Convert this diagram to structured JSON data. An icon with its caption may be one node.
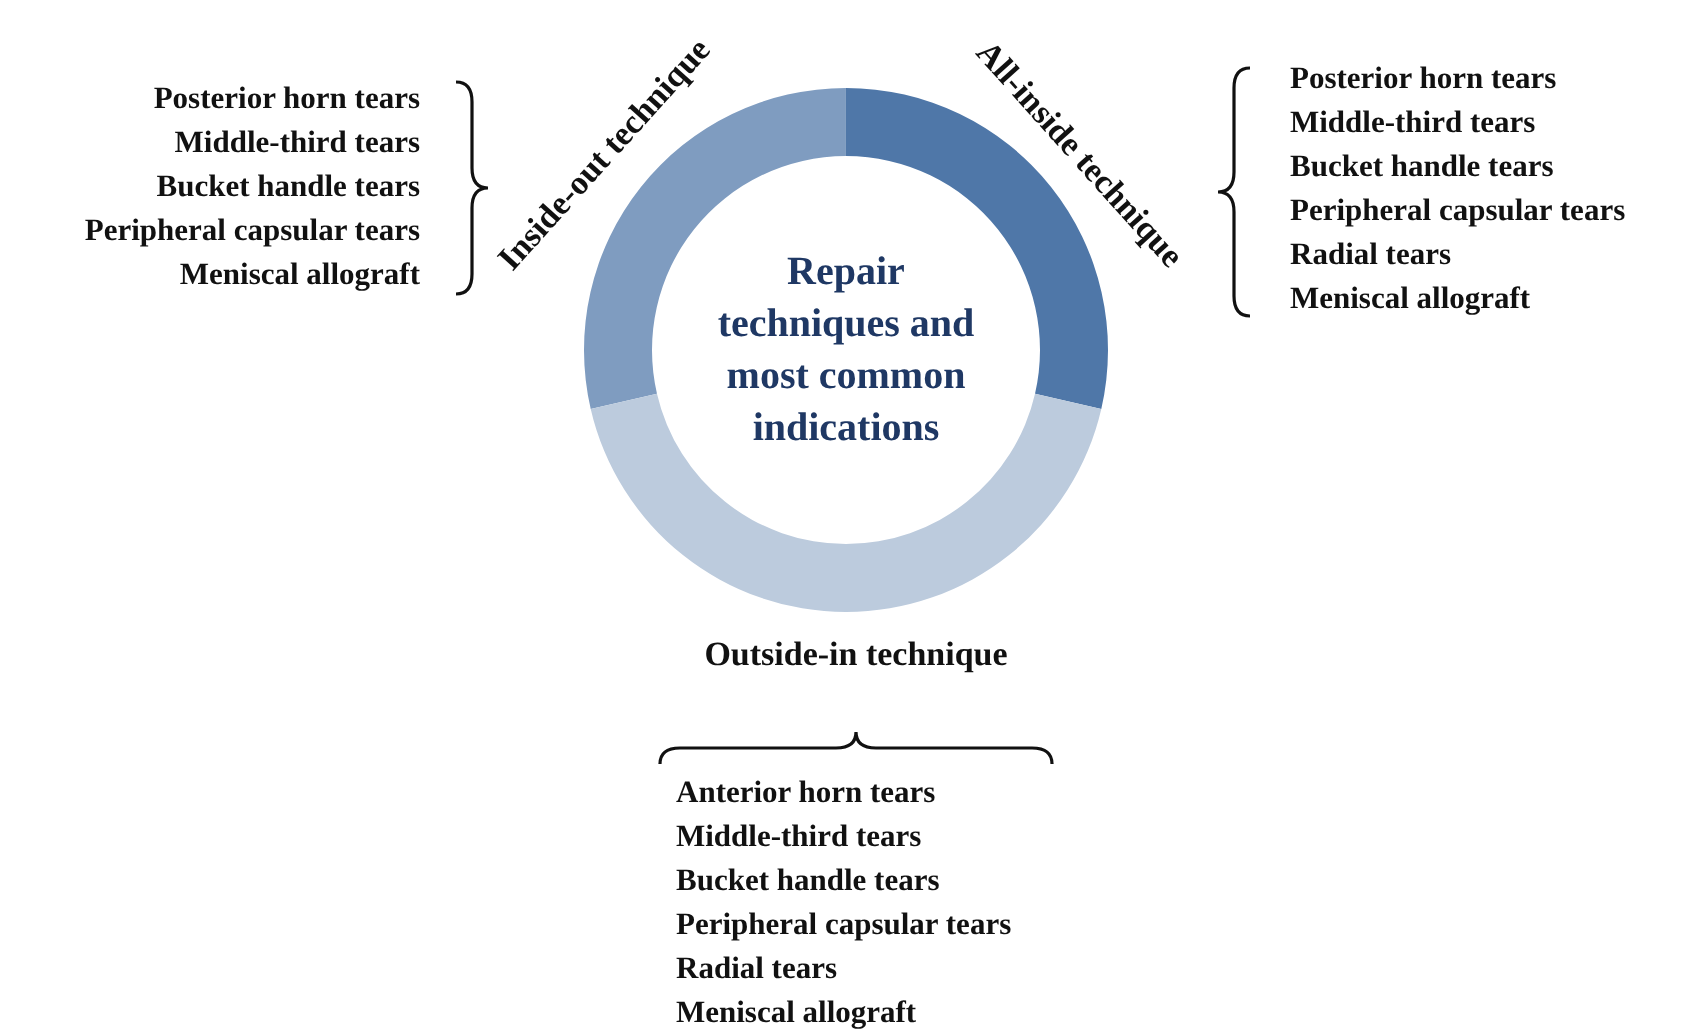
{
  "diagram": {
    "nodes": [
      {
        "text": [
          "Inside-out technique"
        ],
        "beside": [
          "Posterior horn tears",
          "Middle-third tears",
          "Bucket handle tears",
          "Peripheral capsular tears",
          "Meniscal allograft"
        ]
      },
      {
        "text": [
          "All-inside technique"
        ],
        "beside": [
          "Posterior horn tears",
          "Middle-third tears",
          "Bucket handle tears",
          "Peripheral capsular tears",
          "Radial tears",
          "Meniscal allograft"
        ]
      },
      {
        "text": [
          "Outside-in technique"
        ],
        "beside": [
          "Anterior horn tears",
          "Middle-third tears",
          "Bucket handle tears",
          "Peripheral capsular tears",
          "Radial tears",
          "Meniscal allograft"
        ]
      }
    ],
    "edges": [],
    "labels": [
      "Repair techniques and most common indications"
    ]
  }
}
